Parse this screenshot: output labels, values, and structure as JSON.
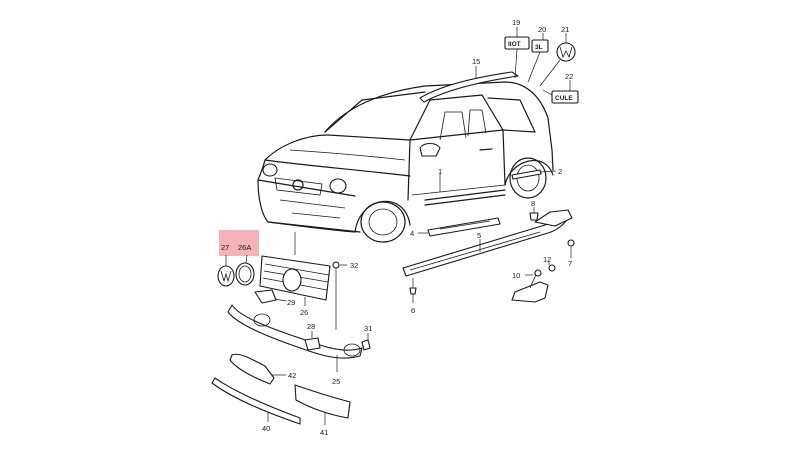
{
  "highlight_color": "#f2a0a8",
  "line_color": "#1a1a1a",
  "callouts": {
    "c1": "1",
    "c2": "2",
    "c4": "4",
    "c5": "5",
    "c6": "6",
    "c7": "7",
    "c8": "8",
    "c10": "10",
    "c12": "12",
    "c15": "15",
    "c19": "19",
    "c20": "20",
    "c21": "21",
    "c22": "22",
    "c25": "25",
    "c26": "26",
    "c26a": "26A",
    "c27": "27",
    "c28": "28",
    "c29": "29",
    "c31": "31",
    "c32": "32",
    "c40": "40",
    "c41": "41",
    "c42": "42"
  },
  "badges": {
    "b19": "IIOT",
    "b20": "3L",
    "b22": "CULE"
  }
}
